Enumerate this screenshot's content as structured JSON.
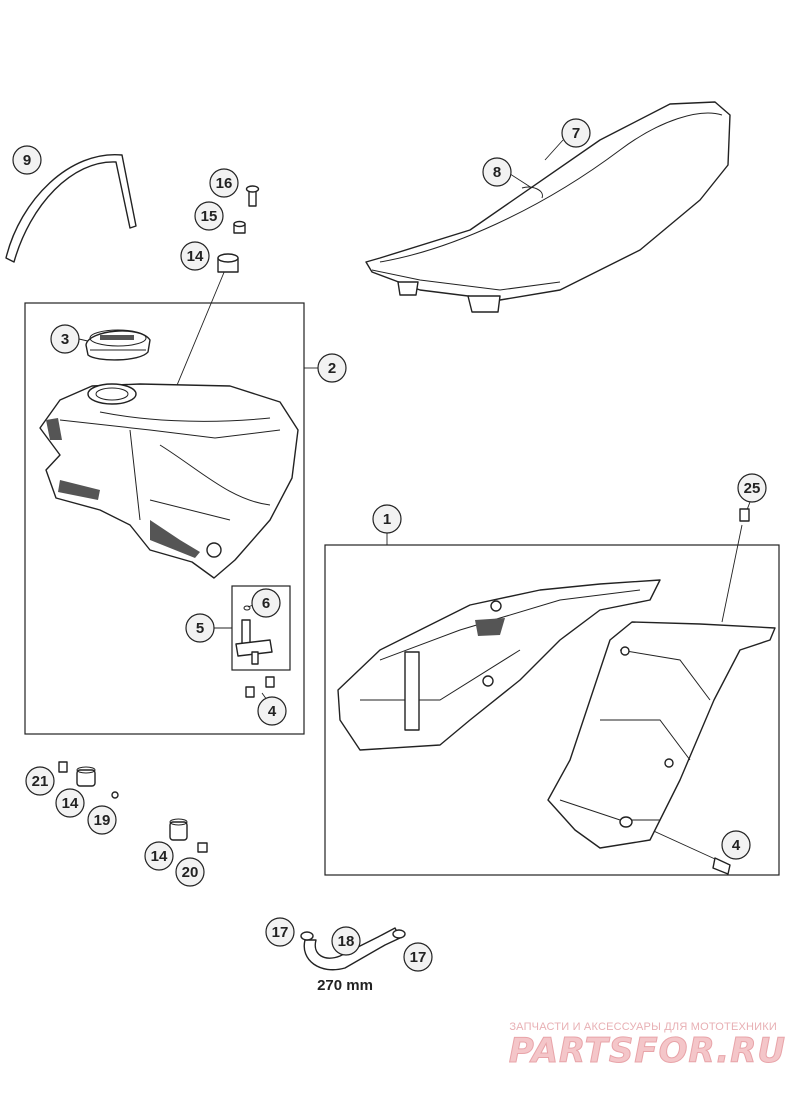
{
  "callouts": [
    "1",
    "2",
    "3",
    "4",
    "5",
    "6",
    "7",
    "8",
    "9",
    "14",
    "15",
    "16",
    "17",
    "18",
    "19",
    "20",
    "21",
    "25"
  ],
  "hose_length_label": "270 mm",
  "watermark": {
    "tagline": "ЗАПЧАСТИ И АКСЕССУАРЫ ДЛЯ МОТОТЕХНИКИ",
    "brand": "PARTSFOR.RU",
    "color": "#e8a4a9"
  },
  "parts": [
    {
      "name": "fuel-line",
      "callout": "9"
    },
    {
      "name": "screw",
      "callout": "16"
    },
    {
      "name": "bushing",
      "callout": "15"
    },
    {
      "name": "rubber-bushing",
      "callout": "14"
    },
    {
      "name": "fuel-tank-assembly",
      "callout": "2"
    },
    {
      "name": "tank-cap",
      "callout": "3"
    },
    {
      "name": "fuel-tap",
      "callout": "5"
    },
    {
      "name": "o-ring",
      "callout": "6"
    },
    {
      "name": "screw",
      "callout": "4"
    },
    {
      "name": "seat",
      "callout": "7"
    },
    {
      "name": "seat-label",
      "callout": "8"
    },
    {
      "name": "spoiler-set",
      "callout": "1"
    },
    {
      "name": "screw",
      "callout": "25"
    },
    {
      "name": "collar-bolt",
      "callout": "21"
    },
    {
      "name": "washer",
      "callout": "19"
    },
    {
      "name": "screw",
      "callout": "20"
    },
    {
      "name": "hose-clamp",
      "callout": "17"
    },
    {
      "name": "fuel-hose",
      "callout": "18"
    }
  ]
}
